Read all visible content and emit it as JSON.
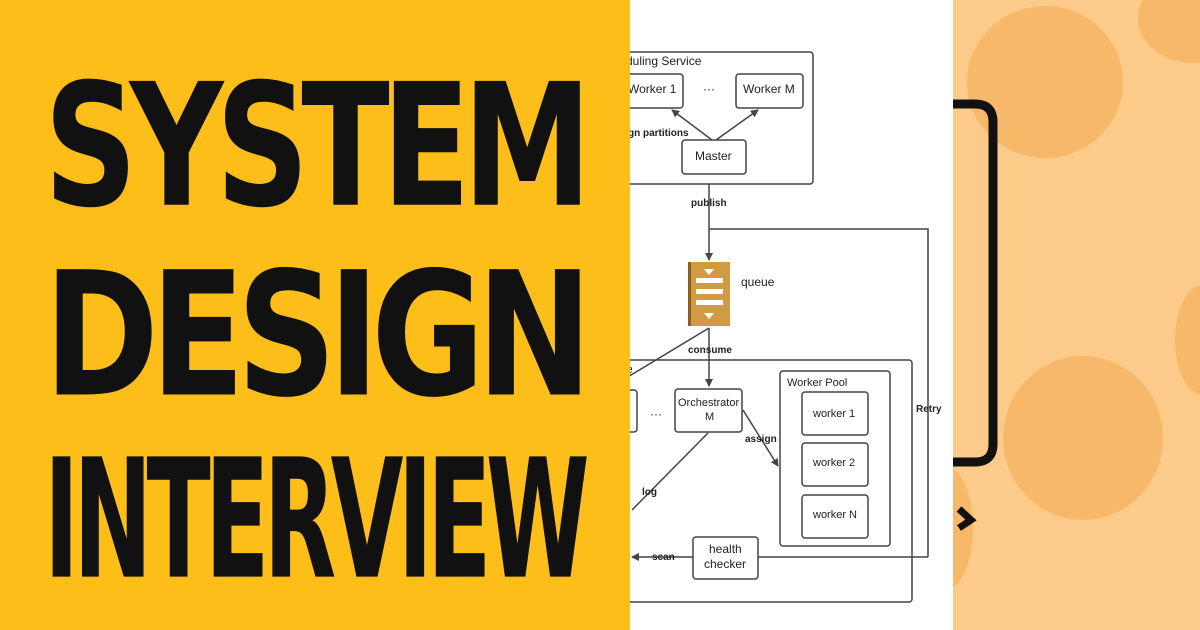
{
  "colors": {
    "left_bg": "#FDBE1A",
    "title_text": "#111111",
    "right_bg": "#FCCB8A",
    "right_blob": "#F7B86A",
    "diagram_line": "#444444",
    "queue_fill": "#D19B45"
  },
  "title": {
    "line1": "SYSTEM",
    "line2": "DESIGN",
    "line3": "INTERVIEW"
  },
  "diagram": {
    "scheduling_service_label": "duling Service",
    "worker_1": "Worker 1",
    "ellipsis_top": "···",
    "worker_m": "Worker M",
    "assign_partitions": "gn partitions",
    "master": "Master",
    "publish": "publish",
    "queue": "queue",
    "consume": "consume",
    "cluster_label": "e",
    "ellipsis_mid": "···",
    "orchestrator_line1": "Orchestrator",
    "orchestrator_line2": "M",
    "assign": "assign",
    "log": "log",
    "worker_pool": "Worker Pool",
    "pool_worker_1": "worker 1",
    "pool_worker_2": "worker 2",
    "pool_worker_n": "worker N",
    "retry": "Retry",
    "scan": "scan",
    "health_line1": "health",
    "health_line2": "checker"
  }
}
